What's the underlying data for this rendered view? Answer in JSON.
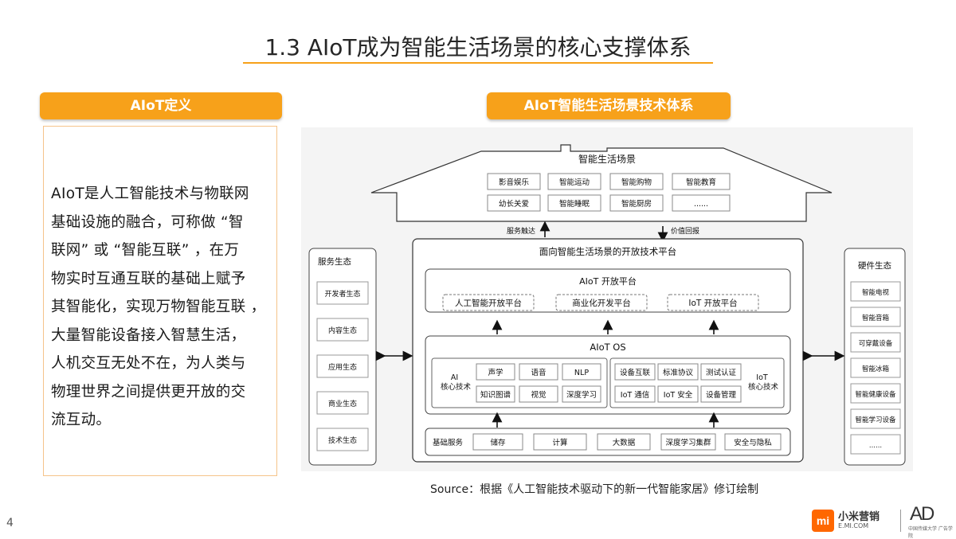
{
  "title": "1.3 AIoT成为智能生活场景的核心支撑体系",
  "left_header": "AIoT定义",
  "right_header": "AIoT智能生活场景技术体系",
  "definition_lines": [
    "AIoT是人工智能技术与物联网",
    "基础设施的融合，可称做 “智",
    "联网” 或 “智能互联” ，在万",
    "物实时互通互联的基础上赋予",
    "其智能化，实现万物智能互联 ，",
    "大量智能设备接入智慧生活，",
    "人机交互无处不在，为人类与",
    "物理世界之间提供更开放的交",
    "流互动。"
  ],
  "diagram": {
    "roof_title": "智能生活场景",
    "scenes": [
      "影音娱乐",
      "智能运动",
      "智能购物",
      "智能教育",
      "幼长关爱",
      "智能睡眠",
      "智能厨房",
      "......"
    ],
    "arrow_up_label": "服务触达",
    "arrow_down_label": "价值回报",
    "platform_title": "面向智能生活场景的开放技术平台",
    "open_platform_title": "AIoT 开放平台",
    "open_platform_items": [
      "人工智能开放平台",
      "商业化开发平台",
      "IoT 开放平台"
    ],
    "os_title": "AIoT OS",
    "ai_core_label": "AI\n核心技术",
    "ai_items": [
      "声学",
      "语音",
      "NLP",
      "知识图谱",
      "视觉",
      "深度学习"
    ],
    "iot_items": [
      "设备互联",
      "标准协议",
      "测试认证",
      "IoT 通信",
      "IoT 安全",
      "设备管理"
    ],
    "iot_core_label": "IoT\n核心技术",
    "base_label": "基础服务",
    "base_items": [
      "储存",
      "计算",
      "大数据",
      "深度学习集群",
      "安全与隐私"
    ],
    "left_eco_title": "服务生态",
    "left_eco_items": [
      "开发者生态",
      "内容生态",
      "应用生态",
      "商业生态",
      "技术生态"
    ],
    "right_eco_title": "硬件生态",
    "right_eco_items": [
      "智能电视",
      "智能音箱",
      "可穿戴设备",
      "智能冰箱",
      "智能健康设备",
      "智能学习设备",
      "......"
    ]
  },
  "source": "Source：根据《人工智能技术驱动下的新一代智能家居》修订绘制",
  "page_number": "4",
  "brand": {
    "name": "小米营销",
    "url": "E.MI.COM",
    "logo_text": "mi",
    "ad_logo": "AD",
    "ad_sub": "中国传媒大学 广告学院",
    "accent": "#f7a11a",
    "mi_color": "#ff6700"
  }
}
